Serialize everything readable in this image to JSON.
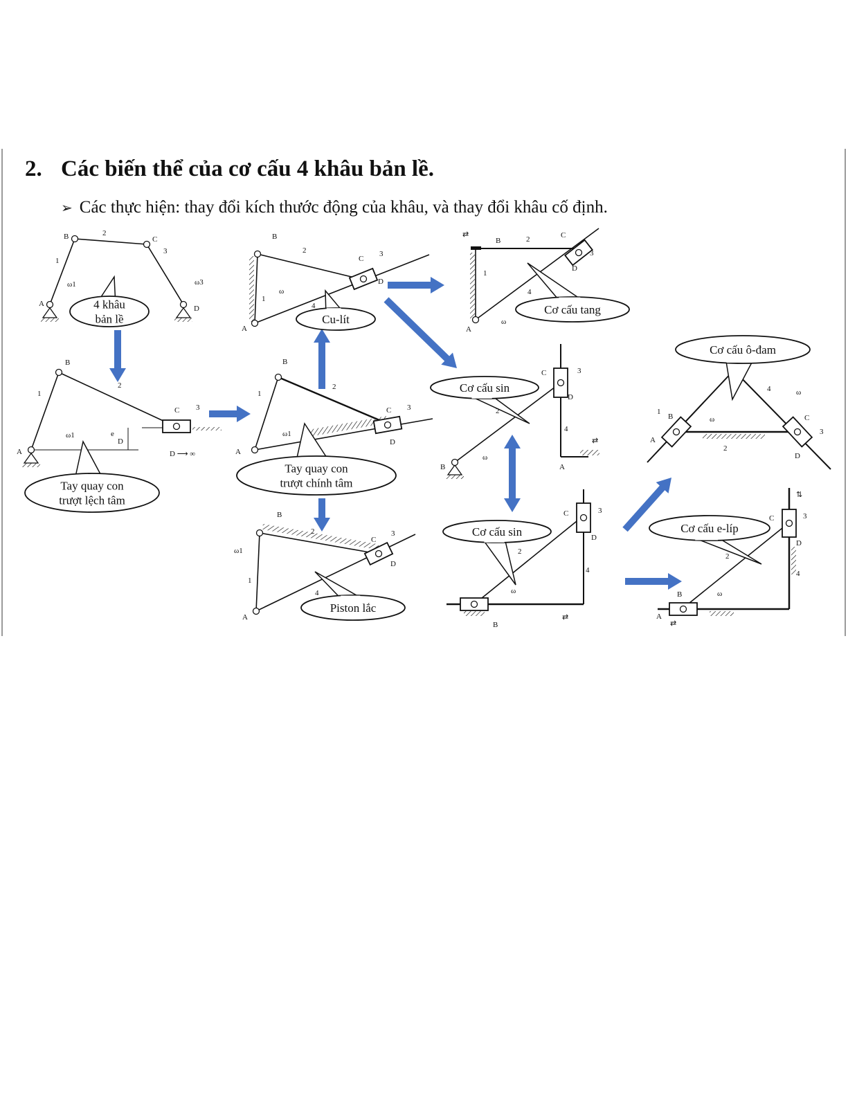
{
  "heading": {
    "number": "2.",
    "title": "Các biến thể của cơ cấu 4 khâu bản lề."
  },
  "subheading": {
    "bullet": "➢",
    "text": "Các thực hiện: thay đổi kích thước động của khâu, và thay đổi khâu cố định."
  },
  "colors": {
    "arrow": "#4472c4",
    "line": "#111111"
  },
  "mechanisms": [
    {
      "id": "four-bar",
      "callout": [
        "4 khâu",
        "bản lề"
      ],
      "labels": [
        "B",
        "2",
        "C",
        "1",
        "3",
        "ω1",
        "ω3",
        "A",
        "D"
      ]
    },
    {
      "id": "offset-slider-crank",
      "callout": [
        "Tay quay con",
        "trượt lệch tâm"
      ],
      "labels": [
        "B",
        "2",
        "1",
        "C",
        "3",
        "ω1",
        "e",
        "D",
        "A",
        "D ⟶ ∞"
      ]
    },
    {
      "id": "centric-slider-crank",
      "callout": [
        "Tay quay con",
        "trượt chính tâm"
      ],
      "labels": [
        "B",
        "2",
        "1",
        "C",
        "3",
        "D",
        "ω1",
        "A"
      ]
    },
    {
      "id": "cu-lit",
      "callout": [
        "Cu-lít"
      ],
      "labels": [
        "B",
        "2",
        "C",
        "3",
        "D",
        "ω",
        "1",
        "4",
        "A"
      ]
    },
    {
      "id": "tang",
      "callout": [
        "Cơ cấu tang"
      ],
      "labels": [
        "⇄",
        "B",
        "2",
        "C",
        "3",
        "D",
        "1",
        "4",
        "ω",
        "A"
      ]
    },
    {
      "id": "sin-1",
      "callout": [
        "Cơ cấu sin"
      ],
      "labels": [
        "C",
        "3",
        "D",
        "2",
        "4",
        "ω",
        "B",
        "A",
        "⇄"
      ]
    },
    {
      "id": "o-dam",
      "callout": [
        "Cơ cấu ô-đam"
      ],
      "labels": [
        "1",
        "B",
        "A",
        "C",
        "3",
        "D",
        "2",
        "4",
        "ω",
        "ω"
      ]
    },
    {
      "id": "sin-2",
      "callout": [
        "Cơ cấu sin"
      ],
      "labels": [
        "C",
        "3",
        "D",
        "2",
        "4",
        "ω",
        "B",
        "⇄"
      ]
    },
    {
      "id": "e-lip",
      "callout": [
        "Cơ cấu e-líp"
      ],
      "labels": [
        "C",
        "3",
        "D",
        "2",
        "4",
        "ω",
        "B",
        "A",
        "⇅",
        "⇄"
      ]
    },
    {
      "id": "piston-lac",
      "callout": [
        "Piston lắc"
      ],
      "labels": [
        "B",
        "2",
        "C",
        "3",
        "D",
        "ω1",
        "1",
        "4",
        "A"
      ]
    }
  ]
}
